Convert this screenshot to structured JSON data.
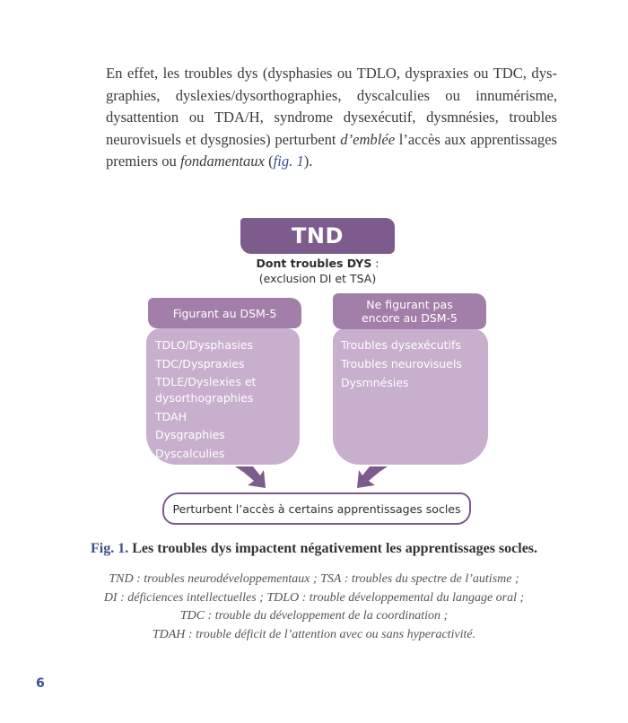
{
  "paragraph": {
    "part1": "En effet, les troubles dys (dysphasies ou TDLO, dyspraxies ou TDC, dys-graphies, dyslexies/dysorthographies, dyscalculies ou innumérisme, dysattention ou TDA/H, syndrome dysexécutif, dysmnésies, troubles neurovisuels et dysgnosies) perturbent ",
    "emphasis1": "d’emblée",
    "part2": " l’accès aux apprentissages premiers ou ",
    "emphasis2": "fondamentaux",
    "part3": " (",
    "figref": "fig. 1",
    "part4": ")."
  },
  "diagram": {
    "title": "TND",
    "subtitle_bold": "Dont troubles DYS",
    "subtitle_rest": " :",
    "subtitle_line2": "(exclusion DI et TSA)",
    "left_header": "Figurant au DSM-5",
    "right_header_line1": "Ne figurant pas",
    "right_header_line2": "encore au DSM-5",
    "left_items": [
      "TDLO/Dysphasies",
      "TDC/Dyspraxies",
      "TDLE/Dyslexies et dysorthographies",
      "TDAH",
      "Dysgraphies",
      "Dyscalculies"
    ],
    "right_items": [
      "Troubles dysexécutifs",
      "Troubles neurovisuels",
      "Dysmnésies"
    ],
    "result": "Perturbent l’accès à certains apprentissages socles"
  },
  "caption": {
    "fig_label": "Fig. 1.",
    "text": " Les troubles dys impactent négativement les apprentissages socles."
  },
  "legend": [
    "TND : troubles neurodéveloppementaux ; TSA : troubles du spectre de l’autisme ;",
    "DI : déficiences intellectuelles ; TDLO : trouble développemental du langage oral ;",
    "TDC : trouble du développement de la coordination ;",
    "TDAH : trouble déficit de l’attention avec ou sans hyperactivité."
  ],
  "page_number": "6",
  "colors": {
    "dark_purple": "#7d5c8d",
    "mid_purple": "#a27fa9",
    "light_purple": "#c7afcd",
    "blue_accent": "#3c4f8f"
  }
}
